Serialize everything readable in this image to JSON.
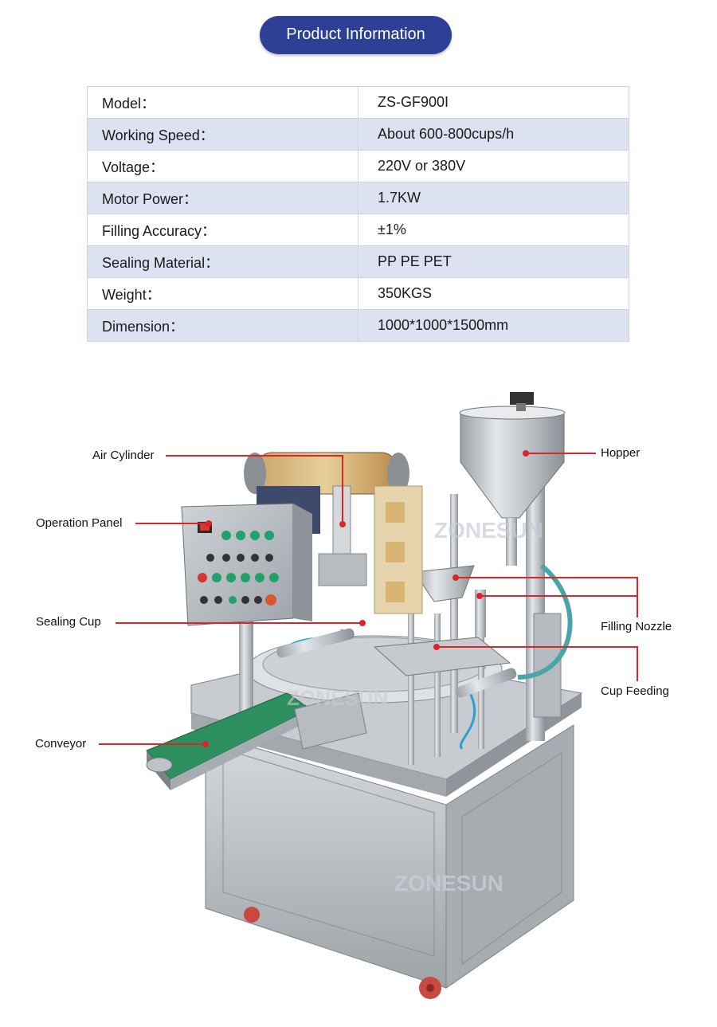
{
  "header": {
    "title": "Product Information"
  },
  "specs": [
    {
      "key": "Model：",
      "value": "ZS-GF900I"
    },
    {
      "key": "Working Speed：",
      "value": "About 600-800cups/h"
    },
    {
      "key": "Voltage：",
      "value": "220V or 380V"
    },
    {
      "key": "Motor Power：",
      "value": "1.7KW"
    },
    {
      "key": "Filling Accuracy：",
      "value": "±1%"
    },
    {
      "key": "Sealing Material：",
      "value": "PP PE PET"
    },
    {
      "key": "Weight：",
      "value": "350KGS"
    },
    {
      "key": "Dimension：",
      "value": "1000*1000*1500mm"
    }
  ],
  "callouts": {
    "air_cylinder": "Air Cylinder",
    "operation_panel": "Operation Panel",
    "sealing_cup": "Sealing Cup",
    "conveyor": "Conveyor",
    "hopper": "Hopper",
    "filling_nozzle": "Filling Nozzle",
    "cup_feeding": "Cup Feeding"
  },
  "watermark": "ZONESUN",
  "colors": {
    "header_bg": "#2e3f96",
    "row_stripe": "#dde2f3",
    "callout_line": "#d9252c"
  }
}
